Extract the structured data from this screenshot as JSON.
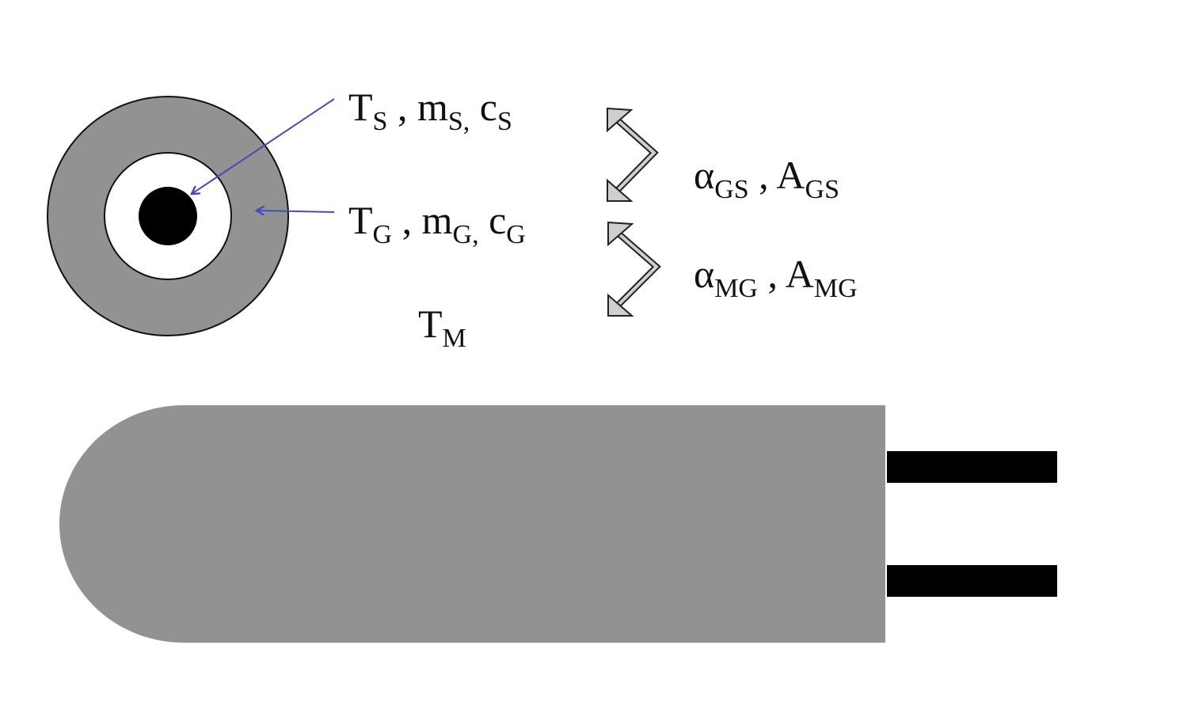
{
  "labels": {
    "sheath": {
      "parts": [
        "T",
        "S",
        " , m",
        "S,",
        " c",
        "S"
      ]
    },
    "gas": {
      "parts": [
        "T",
        "G",
        " , m",
        "G,",
        " c",
        "G"
      ]
    },
    "medium": {
      "parts": [
        "T",
        "M"
      ]
    },
    "gas_sheath": {
      "parts": [
        "α",
        "GS",
        " , A",
        "GS"
      ]
    },
    "medium_gas": {
      "parts": [
        "α",
        "MG",
        " , A",
        "MG"
      ]
    }
  },
  "colors": {
    "sheath_fill": "#929292",
    "pointer_arrow": "#4a4ab8",
    "exchange_arrow_fill": "#cfcfcf",
    "core": "#000000"
  }
}
